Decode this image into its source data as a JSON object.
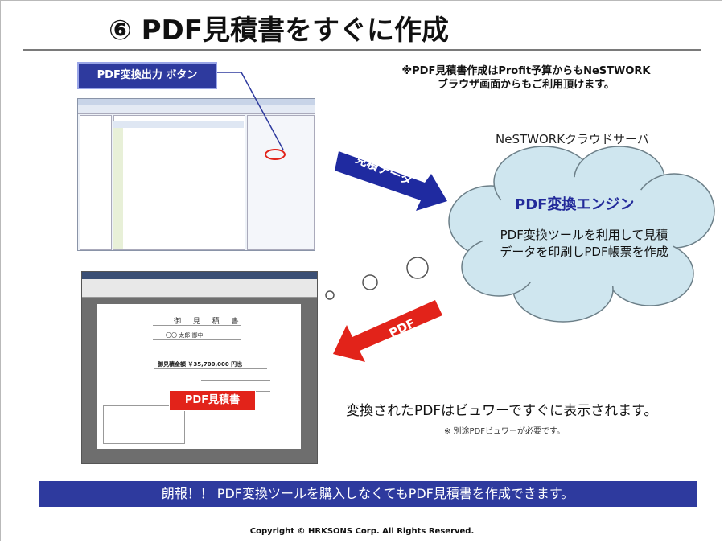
{
  "title": "⑥ PDF見積書をすぐに作成",
  "callout": "PDF変換出力 ボタン",
  "note": {
    "line1": "※PDF見積書作成はProfit予算からもNeSTWORK",
    "line2": "ブラウザ画面からもご利用頂けます。"
  },
  "cloud": {
    "server_label": "NeSTWORKクラウドサーバ",
    "engine_label": "PDF変換エンジン",
    "desc1": "PDF変換ツールを利用して見積",
    "desc2": "データを印刷しPDF帳票を作成"
  },
  "arrows": {
    "to_cloud": "見積データ",
    "to_viewer": "PDF"
  },
  "viewer_text": "変換されたPDFはビュワーですぐに表示されます。",
  "viewer_note": "※ 別途PDFビュワーが必要です。",
  "pdf_badge": "PDF見積書",
  "pdf_doc": {
    "heading": "御 見 積 書",
    "to": "〇〇 太郎 御中",
    "total": "御見積金額 ￥35,700,000 円也"
  },
  "banner": "朗報！！ PDF変換ツールを購入しなくてもPDF見積書を作成できます。",
  "copyright": "Copyright © HRKSONS Corp. All Rights Reserved.",
  "colors": {
    "accent": "#2e3a9e",
    "arrow_blue": "#1f2aa0",
    "arrow_red": "#e2231a",
    "cloud": "#cfe6ef"
  }
}
